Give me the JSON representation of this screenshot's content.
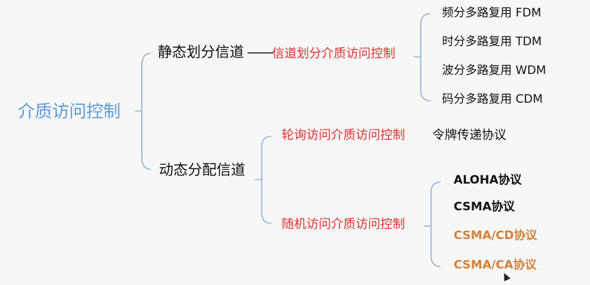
{
  "colors": {
    "root": "#5b9bd5",
    "red": "#e03131",
    "orange": "#d4813a",
    "black": "#111111",
    "bracket": "#8fb3d9"
  },
  "root": "介质访问控制",
  "static": {
    "label": "静态划分信道",
    "dash": "——",
    "category": "信道划分介质访问控制",
    "items": [
      "频分多路复用 FDM",
      "时分多路复用 TDM",
      "波分多路复用 WDM",
      "码分多路复用 CDM"
    ]
  },
  "dynamic": {
    "label": "动态分配信道",
    "polling": {
      "category": "轮询访问介质访问控制",
      "protocol": "令牌传递协议"
    },
    "random": {
      "category": "随机访问介质访问控制",
      "protocols": [
        "ALOHA协议",
        "CSMA协议",
        "CSMA/CD协议",
        "CSMA/CA协议"
      ]
    }
  }
}
